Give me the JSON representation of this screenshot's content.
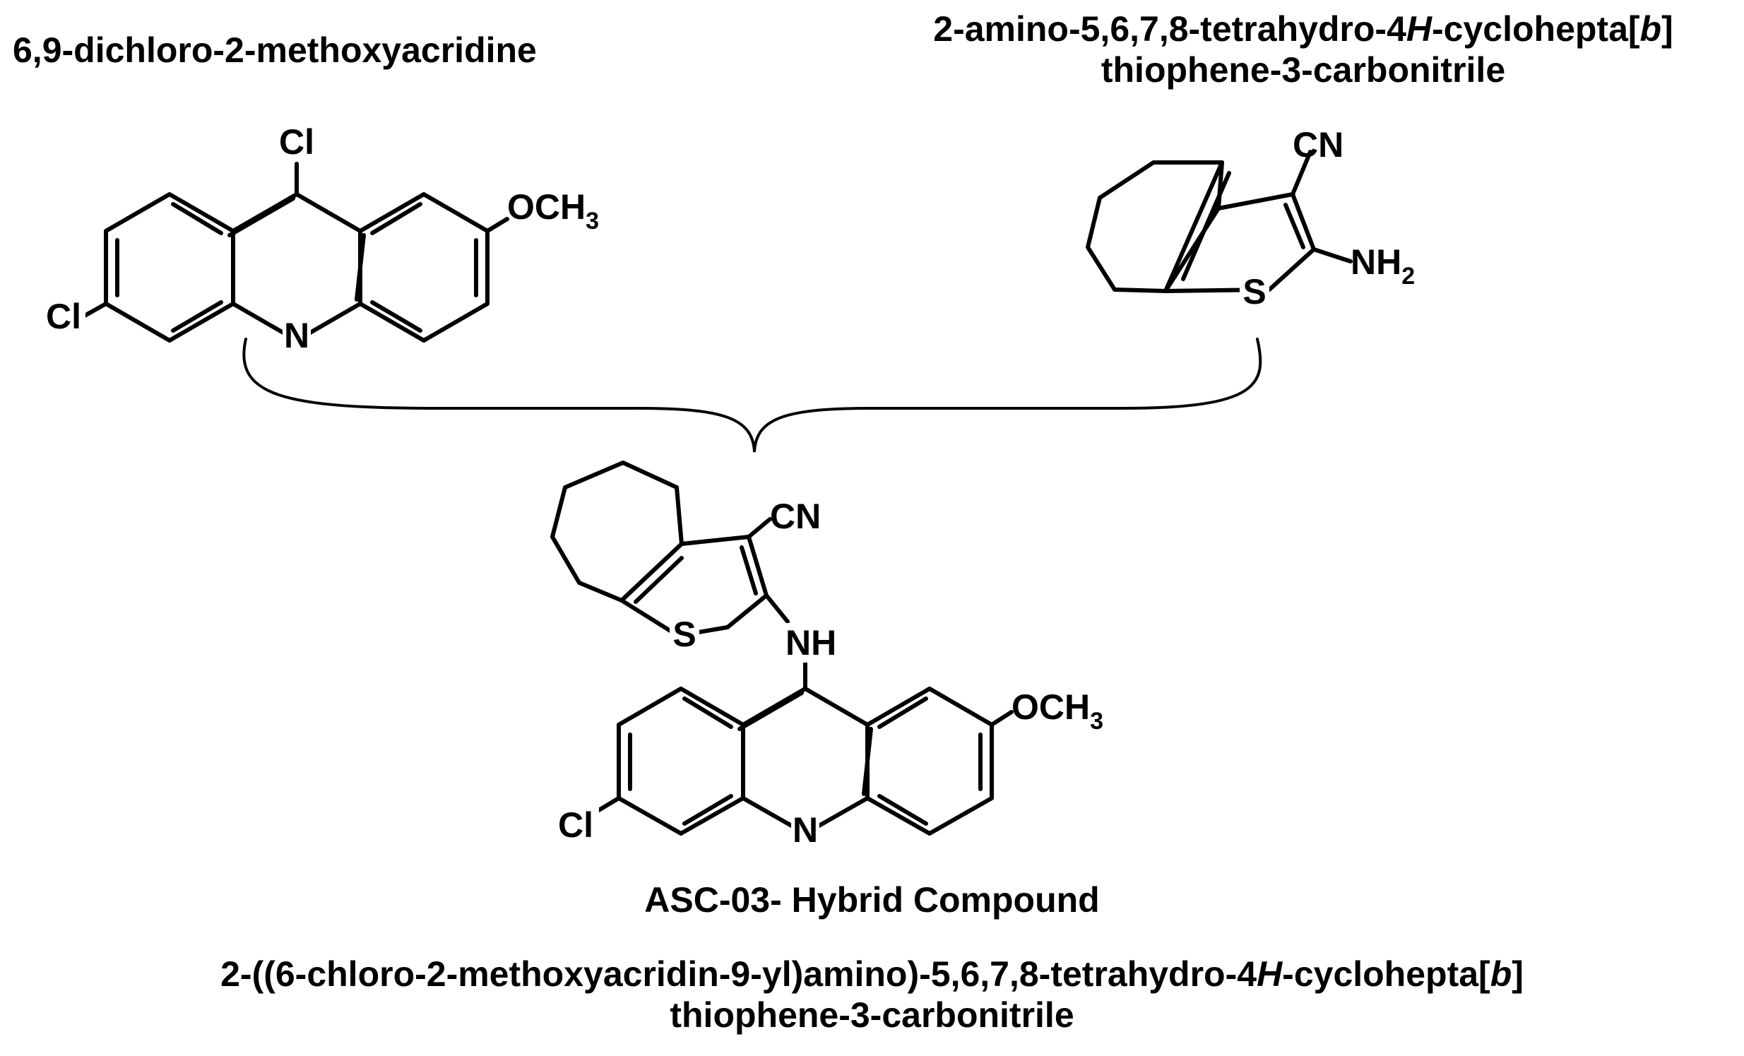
{
  "reagent_a": {
    "name": "6,9-dichloro-2-methoxyacridine",
    "atoms": {
      "cl_top": "Cl",
      "cl_left": "Cl",
      "n": "N",
      "och3": "OCH",
      "och3_sub": "3"
    }
  },
  "reagent_b": {
    "name_part1": "2-amino-5,6,7,8-tetrahydro-4",
    "name_italic_h": "H",
    "name_part2": "-cyclohepta[",
    "name_italic_b": "b",
    "name_part3": "]",
    "name_line2": "thiophene-3-carbonitrile",
    "atoms": {
      "cn": "CN",
      "nh2": "NH",
      "nh2_sub": "2",
      "s": "S"
    }
  },
  "product": {
    "label": "ASC-03- Hybrid Compound",
    "name_part1": "2-((6-chloro-2-methoxyacridin-9-yl)amino)-5,6,7,8-tetrahydro-4",
    "name_italic_h": "H",
    "name_part2": "-cyclohepta[",
    "name_italic_b": "b",
    "name_part3": "]",
    "name_line2": "thiophene-3-carbonitrile",
    "atoms": {
      "cn": "CN",
      "s": "S",
      "nh": "NH",
      "och3": "OCH",
      "och3_sub": "3",
      "n": "N",
      "cl": "Cl"
    }
  }
}
